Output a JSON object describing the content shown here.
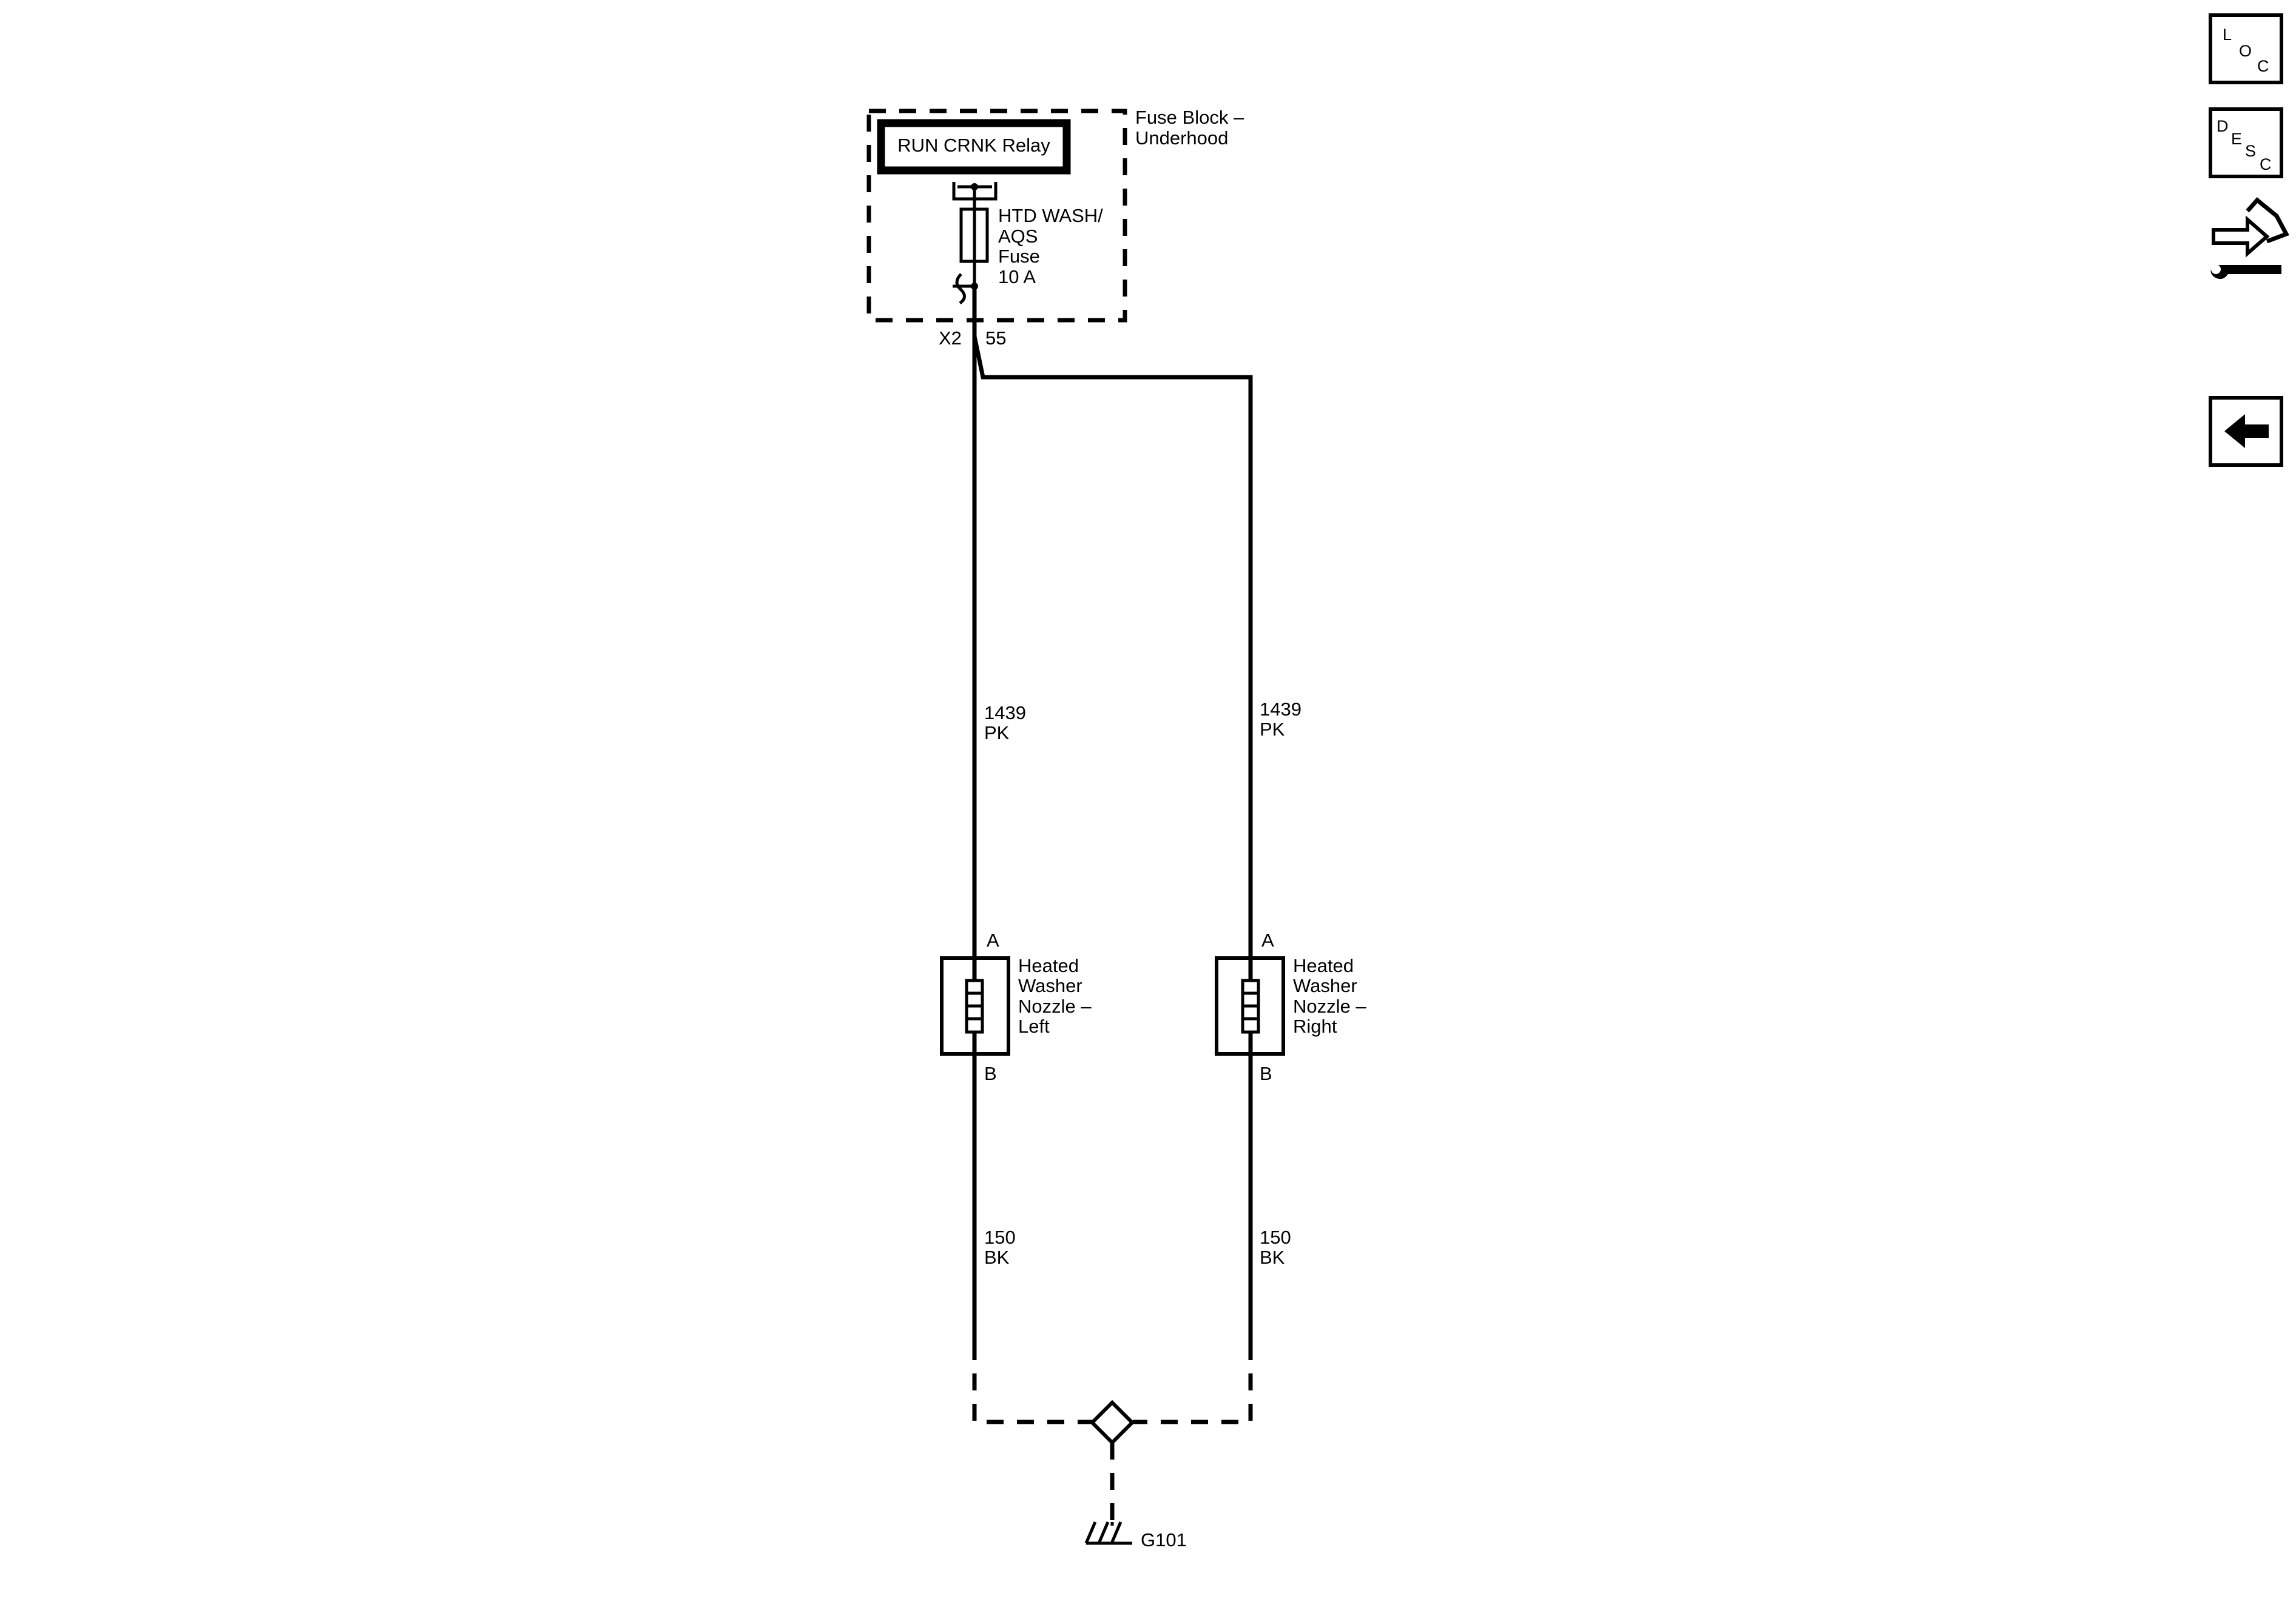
{
  "fuse_block": {
    "name_line1": "Fuse Block –",
    "name_line2": "Underhood"
  },
  "relay": {
    "label": "RUN CRNK Relay"
  },
  "fuse": {
    "line1": "HTD WASH/",
    "line2": "AQS",
    "line3": "Fuse",
    "line4": "10 A"
  },
  "connector": {
    "name": "X2",
    "pin": "55"
  },
  "wires": {
    "left_supply": {
      "circuit": "1439",
      "color": "PK"
    },
    "right_supply": {
      "circuit": "1439",
      "color": "PK"
    },
    "left_ground": {
      "circuit": "150",
      "color": "BK"
    },
    "right_ground": {
      "circuit": "150",
      "color": "BK"
    }
  },
  "nozzle_left": {
    "pin_top": "A",
    "pin_bottom": "B",
    "line1": "Heated",
    "line2": "Washer",
    "line3": "Nozzle –",
    "line4": "Left"
  },
  "nozzle_right": {
    "pin_top": "A",
    "pin_bottom": "B",
    "line1": "Heated",
    "line2": "Washer",
    "line3": "Nozzle –",
    "line4": "Right"
  },
  "ground": {
    "label": "G101"
  },
  "side_buttons": {
    "loc": {
      "l": "L",
      "o": "O",
      "c": "C"
    },
    "desc": {
      "d": "D",
      "e": "E",
      "s": "S",
      "c": "C"
    },
    "icons": {
      "loc": "loc-icon",
      "desc": "desc-icon",
      "navigation": "wrench-arrows-icon",
      "back": "back-arrow-icon"
    }
  },
  "colors": {
    "line": "#000000",
    "background": "#ffffff"
  }
}
